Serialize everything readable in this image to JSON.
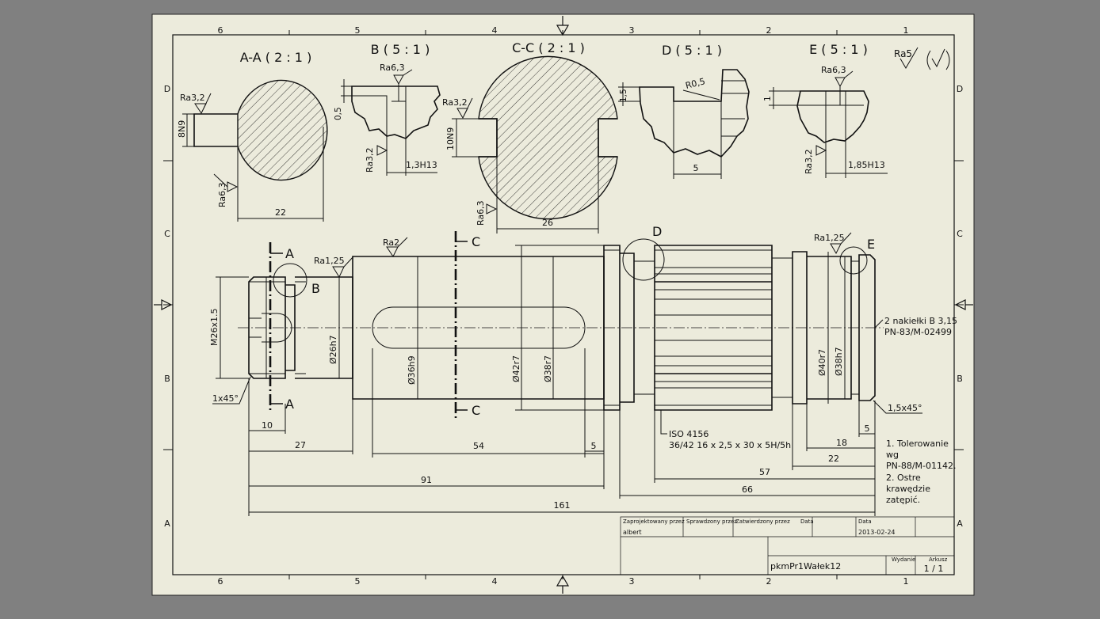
{
  "drawing": {
    "zone_numbers": [
      "6",
      "5",
      "4",
      "3",
      "2",
      "1"
    ],
    "zone_letters": [
      "D",
      "C",
      "B",
      "A"
    ],
    "sections": {
      "aa": {
        "title": "A-A ( 2 : 1 )",
        "ra_a": "Ra3,2",
        "ra_b": "Ra6,3",
        "key": "8N9",
        "dim": "22"
      },
      "b": {
        "title": "B ( 5 : 1 )",
        "ra_a": "Ra6,3",
        "ra_b": "Ra3,2",
        "depth": "0,5",
        "width": "1,3H13"
      },
      "cc": {
        "title": "C-C ( 2 : 1 )",
        "ra_a": "Ra3,2",
        "ra_b": "Ra6,3",
        "key": "10N9",
        "dim": "26"
      },
      "d": {
        "title": "D ( 5 : 1 )",
        "radius": "R0,5",
        "depth": "1,5",
        "width": "5"
      },
      "e": {
        "title": "E ( 5 : 1 )",
        "ra_a": "Ra6,3",
        "ra_b": "Ra3,2",
        "depth": "1",
        "width": "1,85H13"
      },
      "general_ra": "Ra5"
    },
    "main_view": {
      "cut_a": "A",
      "cut_c": "C",
      "detail_b": "B",
      "detail_d": "D",
      "detail_e": "E",
      "ra_125_left": "Ra1,25",
      "ra_2": "Ra2",
      "ra_125_right": "Ra1,25",
      "thread": "M26x1.5",
      "d26": "Ø26h7",
      "d36": "Ø36h9",
      "d42": "Ø42r7",
      "d38a": "Ø38r7",
      "d40": "Ø40r7",
      "d38b": "Ø38h7",
      "chamfer_left": "1x45°",
      "chamfer_right": "1,5x45°",
      "center_note_1": "2 nakiełki B 3,15",
      "center_note_2": "PN-83/M-02499",
      "spline_1": "ISO 4156",
      "spline_2": "36/42 16 x 2,5 x 30 x 5H/5h",
      "dims": {
        "d10": "10",
        "d27": "27",
        "d54": "54",
        "d5a": "5",
        "d91": "91",
        "d161": "161",
        "d18": "18",
        "d5b": "5",
        "d22": "22",
        "d57": "57",
        "d66": "66"
      }
    },
    "notes": [
      "1. Tolerowanie",
      "wg",
      "PN-88/M-01142.",
      "2. Ostre",
      "krawędzie",
      "zatępić."
    ],
    "title_block": {
      "designed_by_label": "Zaprojektowany przez",
      "checked_by_label": "Sprawdzony przez",
      "approved_by_label": "Zatwierdzony przez",
      "date_label_1": "Data",
      "date_label_2": "Data",
      "designer": "albert",
      "date": "2013-02-24",
      "name": "pkmPr1Wałek12",
      "edition_label": "Wydanie",
      "sheet_label": "Arkusz",
      "sheet": "1 / 1"
    }
  }
}
